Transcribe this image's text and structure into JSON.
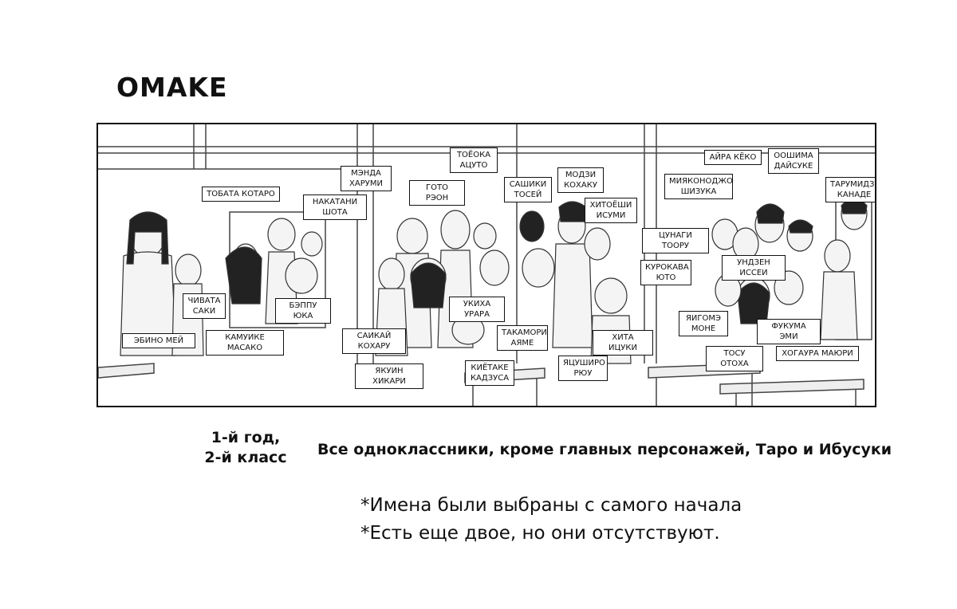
{
  "title": "OMAKE",
  "labels": [
    {
      "id": "ebino-mei",
      "text": "ЭБИНО МЕЙ"
    },
    {
      "id": "chivata-saki",
      "text": "ЧИВАТА\nСАКИ"
    },
    {
      "id": "tobata-kotaro",
      "text": "ТОБАТА КОТАРО"
    },
    {
      "id": "kamuike-masako",
      "text": "КАМУИКЕ МАСАКО"
    },
    {
      "id": "nakatani-shota",
      "text": "НАКАТАНИ\nШОТА"
    },
    {
      "id": "beppu-yuka",
      "text": "БЭППУ ЮКА"
    },
    {
      "id": "menda-harumi",
      "text": "МЭНДА\nХАРУМИ"
    },
    {
      "id": "goto-ren",
      "text": "ГОТО РЭОН"
    },
    {
      "id": "toyoka-atsuto",
      "text": "ТОЁОКА\nАЦУТО"
    },
    {
      "id": "sashiki-tosei",
      "text": "САШИКИ\nТОСЕЙ"
    },
    {
      "id": "modzi-kohaku",
      "text": "МОДЗИ\nКОХАКУ"
    },
    {
      "id": "hitoyoshi-isumi",
      "text": "ХИТОЁШИ\nИСУМИ"
    },
    {
      "id": "saikai-koharu",
      "text": "САИКАЙ КОХАРУ"
    },
    {
      "id": "ukiha-urara",
      "text": "УКИХА УРАРА"
    },
    {
      "id": "yakuin-hikari",
      "text": "ЯКУИН ХИКАРИ"
    },
    {
      "id": "kiyotake-kadzusa",
      "text": "КИЁТАКЕ\nКАДЗУСА"
    },
    {
      "id": "takamori-ayame",
      "text": "ТАКАМОРИ\nАЯМЕ"
    },
    {
      "id": "yatsushiro-ryu",
      "text": "ЯЦУШИРО\nРЮУ"
    },
    {
      "id": "hita-itsuki",
      "text": "ХИТА ИЦУКИ"
    },
    {
      "id": "tsunagi-toru",
      "text": "ЦУНАГИ ТООРУ"
    },
    {
      "id": "kurokawa-yuto",
      "text": "КУРОКАВА\nЮТО"
    },
    {
      "id": "miyakonodjo-shizuka",
      "text": "МИЯКОНОДЖО\nШИЗУКА"
    },
    {
      "id": "aira-kyoko",
      "text": "АЙРА КЁКО"
    },
    {
      "id": "ooshima-daisuke",
      "text": "ООШИМА\nДАЙСУКЕ"
    },
    {
      "id": "tarumidzu-kanade",
      "text": "ТАРУМИДЗУ\nКАНАДЕ"
    },
    {
      "id": "undzen-issei",
      "text": "УНДЗЕН ИССЕИ"
    },
    {
      "id": "yaigome-mone",
      "text": "ЯИГОМЭ\nМОНЕ"
    },
    {
      "id": "fukuma-emi",
      "text": "ФУКУМА ЭМИ"
    },
    {
      "id": "tosu-otoha",
      "text": "ТОСУ ОТОХА"
    },
    {
      "id": "hogaura-mayuri",
      "text": "ХОГАУРА МАЮРИ"
    }
  ],
  "year_class": "1-й год,\n2-й класс",
  "caption": "Все одноклассники, кроме главных персонажей, Таро и Ибусуки",
  "notes": [
    "*Имена были выбраны с самого начала",
    "*Есть еще двое, но они отсутствуют."
  ]
}
